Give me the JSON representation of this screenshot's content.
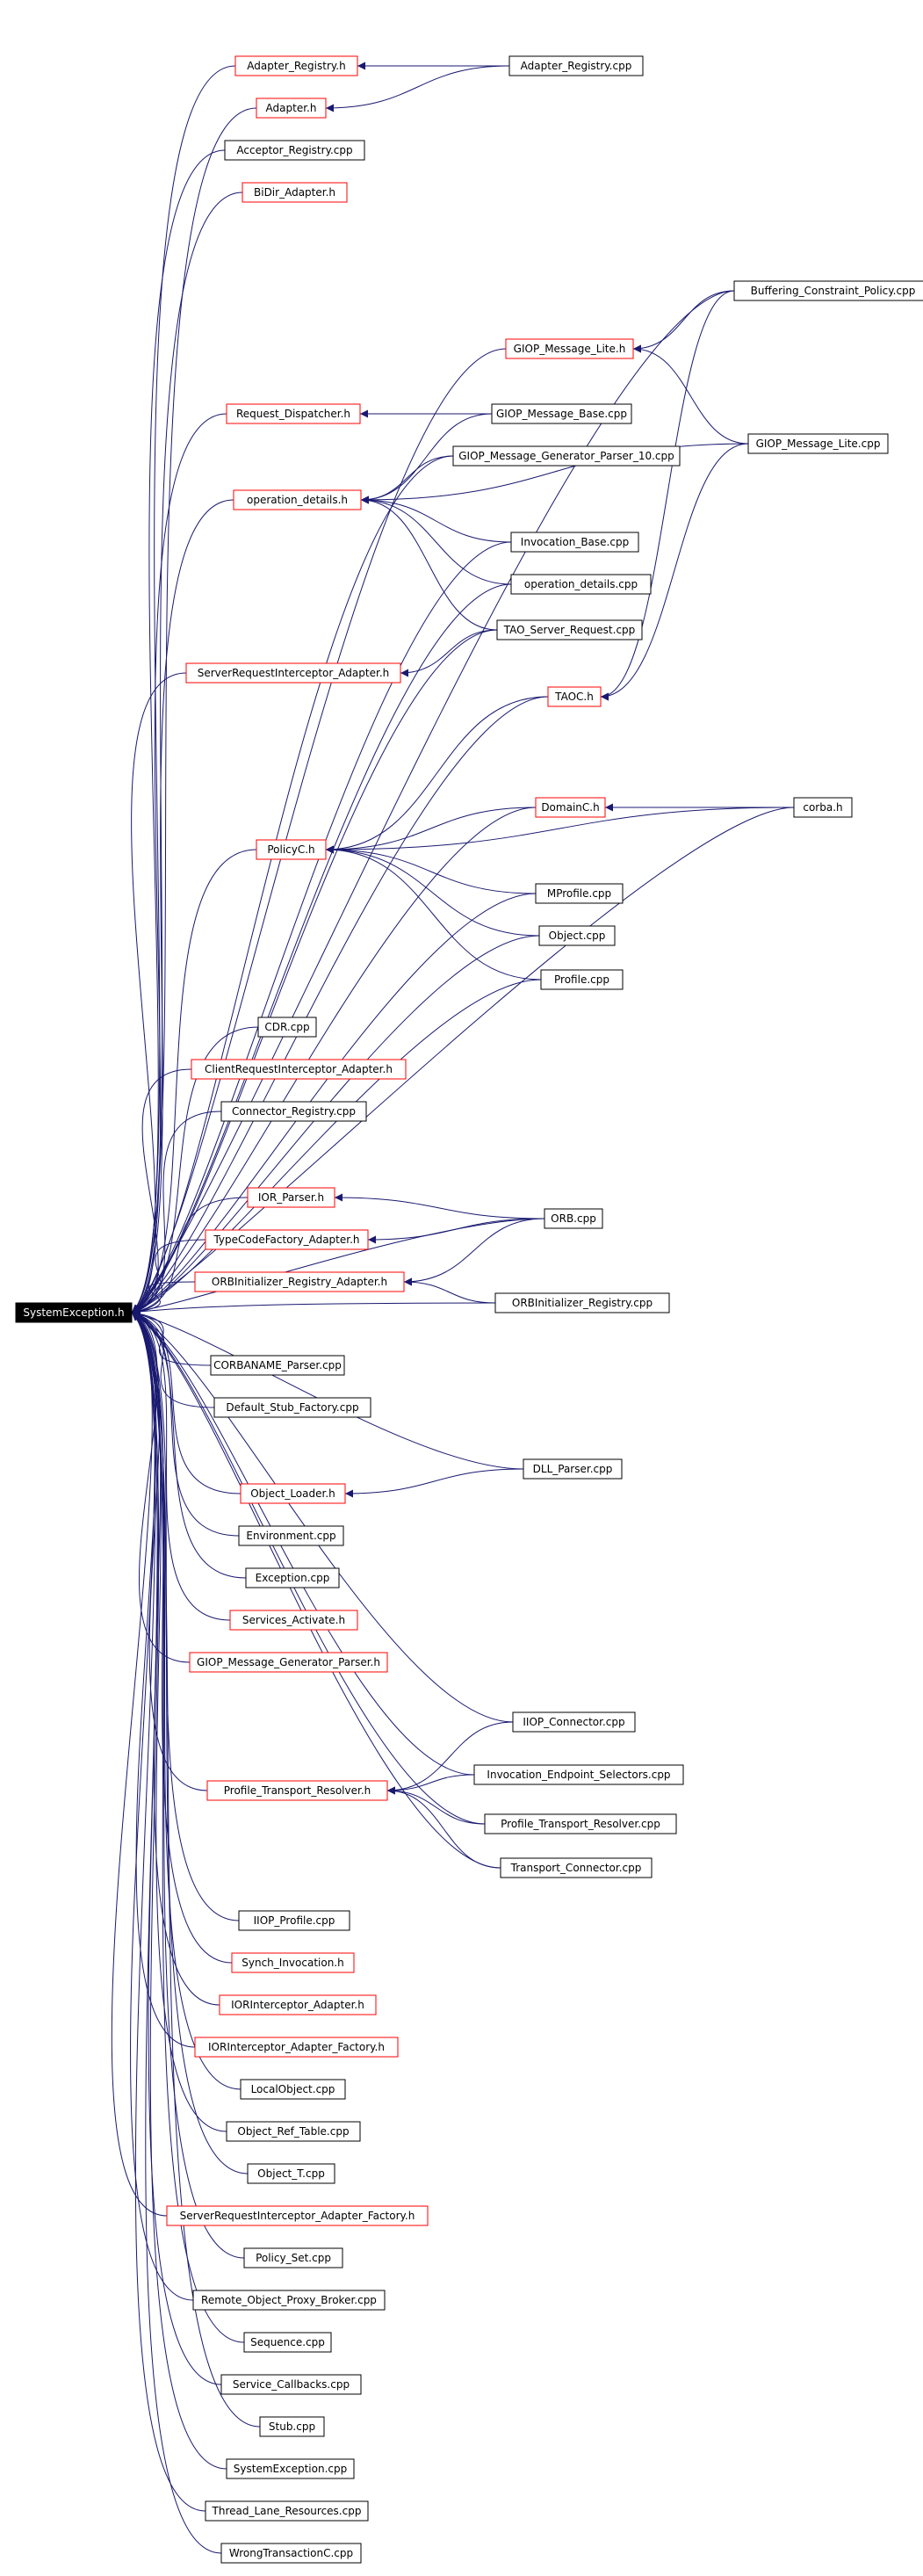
{
  "graph": {
    "root": "SystemException.h",
    "colors": {
      "root_fill": "#000000",
      "root_text": "#ffffff",
      "header_border": "#ff0000",
      "source_border": "#000000",
      "edge": "#191970",
      "arrowhead": "#191970"
    },
    "nodes": [
      {
        "id": "root",
        "label": "SystemException.h",
        "kind": "root"
      },
      {
        "id": "ar_h",
        "label": "Adapter_Registry.h",
        "kind": "header"
      },
      {
        "id": "ar_cpp",
        "label": "Adapter_Registry.cpp",
        "kind": "source"
      },
      {
        "id": "adapter_h",
        "label": "Adapter.h",
        "kind": "header"
      },
      {
        "id": "acc_cpp",
        "label": "Acceptor_Registry.cpp",
        "kind": "source"
      },
      {
        "id": "bidir_h",
        "label": "BiDir_Adapter.h",
        "kind": "header"
      },
      {
        "id": "bcp_cpp",
        "label": "Buffering_Constraint_Policy.cpp",
        "kind": "source"
      },
      {
        "id": "gml_h",
        "label": "GIOP_Message_Lite.h",
        "kind": "header"
      },
      {
        "id": "rd_h",
        "label": "Request_Dispatcher.h",
        "kind": "header"
      },
      {
        "id": "gmb_cpp",
        "label": "GIOP_Message_Base.cpp",
        "kind": "source"
      },
      {
        "id": "gml_cpp",
        "label": "GIOP_Message_Lite.cpp",
        "kind": "source"
      },
      {
        "id": "gmgp10_cpp",
        "label": "GIOP_Message_Generator_Parser_10.cpp",
        "kind": "source"
      },
      {
        "id": "od_h",
        "label": "operation_details.h",
        "kind": "header"
      },
      {
        "id": "ib_cpp",
        "label": "Invocation_Base.cpp",
        "kind": "source"
      },
      {
        "id": "od_cpp",
        "label": "operation_details.cpp",
        "kind": "source"
      },
      {
        "id": "tsr_cpp",
        "label": "TAO_Server_Request.cpp",
        "kind": "source"
      },
      {
        "id": "sria_h",
        "label": "ServerRequestInterceptor_Adapter.h",
        "kind": "header"
      },
      {
        "id": "taoc_h",
        "label": "TAOC.h",
        "kind": "header"
      },
      {
        "id": "domainc_h",
        "label": "DomainC.h",
        "kind": "header"
      },
      {
        "id": "corba_h",
        "label": "corba.h",
        "kind": "source"
      },
      {
        "id": "policyc_h",
        "label": "PolicyC.h",
        "kind": "header"
      },
      {
        "id": "mprofile_cpp",
        "label": "MProfile.cpp",
        "kind": "source"
      },
      {
        "id": "object_cpp",
        "label": "Object.cpp",
        "kind": "source"
      },
      {
        "id": "profile_cpp",
        "label": "Profile.cpp",
        "kind": "source"
      },
      {
        "id": "cdr_cpp",
        "label": "CDR.cpp",
        "kind": "source"
      },
      {
        "id": "cria_h",
        "label": "ClientRequestInterceptor_Adapter.h",
        "kind": "header"
      },
      {
        "id": "connreg_cpp",
        "label": "Connector_Registry.cpp",
        "kind": "source"
      },
      {
        "id": "iorp_h",
        "label": "IOR_Parser.h",
        "kind": "header"
      },
      {
        "id": "orb_cpp",
        "label": "ORB.cpp",
        "kind": "source"
      },
      {
        "id": "tcfa_h",
        "label": "TypeCodeFactory_Adapter.h",
        "kind": "header"
      },
      {
        "id": "orbira_h",
        "label": "ORBInitializer_Registry_Adapter.h",
        "kind": "header"
      },
      {
        "id": "orbir_cpp",
        "label": "ORBInitializer_Registry.cpp",
        "kind": "source"
      },
      {
        "id": "cnp_cpp",
        "label": "CORBANAME_Parser.cpp",
        "kind": "source"
      },
      {
        "id": "dsf_cpp",
        "label": "Default_Stub_Factory.cpp",
        "kind": "source"
      },
      {
        "id": "dllp_cpp",
        "label": "DLL_Parser.cpp",
        "kind": "source"
      },
      {
        "id": "ol_h",
        "label": "Object_Loader.h",
        "kind": "header"
      },
      {
        "id": "env_cpp",
        "label": "Environment.cpp",
        "kind": "source"
      },
      {
        "id": "exc_cpp",
        "label": "Exception.cpp",
        "kind": "source"
      },
      {
        "id": "sa_h",
        "label": "Services_Activate.h",
        "kind": "header"
      },
      {
        "id": "gmgp_h",
        "label": "GIOP_Message_Generator_Parser.h",
        "kind": "header"
      },
      {
        "id": "iiopc_cpp",
        "label": "IIOP_Connector.cpp",
        "kind": "source"
      },
      {
        "id": "ptr_h",
        "label": "Profile_Transport_Resolver.h",
        "kind": "header"
      },
      {
        "id": "ies_cpp",
        "label": "Invocation_Endpoint_Selectors.cpp",
        "kind": "source"
      },
      {
        "id": "ptr_cpp",
        "label": "Profile_Transport_Resolver.cpp",
        "kind": "source"
      },
      {
        "id": "tc_cpp",
        "label": "Transport_Connector.cpp",
        "kind": "source"
      },
      {
        "id": "iiopp_cpp",
        "label": "IIOP_Profile.cpp",
        "kind": "source"
      },
      {
        "id": "si_h",
        "label": "Synch_Invocation.h",
        "kind": "header"
      },
      {
        "id": "iora_h",
        "label": "IORInterceptor_Adapter.h",
        "kind": "header"
      },
      {
        "id": "iorafac_h",
        "label": "IORInterceptor_Adapter_Factory.h",
        "kind": "header"
      },
      {
        "id": "lo_cpp",
        "label": "LocalObject.cpp",
        "kind": "source"
      },
      {
        "id": "ort_cpp",
        "label": "Object_Ref_Table.cpp",
        "kind": "source"
      },
      {
        "id": "objt_cpp",
        "label": "Object_T.cpp",
        "kind": "source"
      },
      {
        "id": "sriaf_h",
        "label": "ServerRequestInterceptor_Adapter_Factory.h",
        "kind": "header"
      },
      {
        "id": "ps_cpp",
        "label": "Policy_Set.cpp",
        "kind": "source"
      },
      {
        "id": "ropb_cpp",
        "label": "Remote_Object_Proxy_Broker.cpp",
        "kind": "source"
      },
      {
        "id": "seq_cpp",
        "label": "Sequence.cpp",
        "kind": "source"
      },
      {
        "id": "sc_cpp",
        "label": "Service_Callbacks.cpp",
        "kind": "source"
      },
      {
        "id": "stub_cpp",
        "label": "Stub.cpp",
        "kind": "source"
      },
      {
        "id": "se_cpp",
        "label": "SystemException.cpp",
        "kind": "source"
      },
      {
        "id": "tlr_cpp",
        "label": "Thread_Lane_Resources.cpp",
        "kind": "source"
      },
      {
        "id": "wtc_cpp",
        "label": "WrongTransactionC.cpp",
        "kind": "source"
      }
    ],
    "edges": [
      [
        "ar_h",
        "root"
      ],
      [
        "ar_cpp",
        "ar_h"
      ],
      [
        "adapter_h",
        "root"
      ],
      [
        "ar_cpp",
        "adapter_h"
      ],
      [
        "acc_cpp",
        "root"
      ],
      [
        "bidir_h",
        "root"
      ],
      [
        "bcp_cpp",
        "root"
      ],
      [
        "gml_h",
        "root"
      ],
      [
        "bcp_cpp",
        "gml_h"
      ],
      [
        "gml_cpp",
        "gml_h"
      ],
      [
        "rd_h",
        "root"
      ],
      [
        "gmb_cpp",
        "rd_h"
      ],
      [
        "gmgp10_cpp",
        "root"
      ],
      [
        "od_h",
        "root"
      ],
      [
        "gmb_cpp",
        "od_h"
      ],
      [
        "gmgp10_cpp",
        "od_h"
      ],
      [
        "gml_cpp",
        "od_h"
      ],
      [
        "ib_cpp",
        "od_h"
      ],
      [
        "od_cpp",
        "od_h"
      ],
      [
        "tsr_cpp",
        "od_h"
      ],
      [
        "ib_cpp",
        "root"
      ],
      [
        "od_cpp",
        "root"
      ],
      [
        "tsr_cpp",
        "root"
      ],
      [
        "sria_h",
        "root"
      ],
      [
        "tsr_cpp",
        "sria_h"
      ],
      [
        "taoc_h",
        "root"
      ],
      [
        "bcp_cpp",
        "taoc_h"
      ],
      [
        "gml_cpp",
        "taoc_h"
      ],
      [
        "domainc_h",
        "root"
      ],
      [
        "corba_h",
        "domainc_h"
      ],
      [
        "corba_h",
        "root"
      ],
      [
        "policyc_h",
        "root"
      ],
      [
        "taoc_h",
        "policyc_h"
      ],
      [
        "domainc_h",
        "policyc_h"
      ],
      [
        "corba_h",
        "policyc_h"
      ],
      [
        "mprofile_cpp",
        "policyc_h"
      ],
      [
        "object_cpp",
        "policyc_h"
      ],
      [
        "profile_cpp",
        "policyc_h"
      ],
      [
        "mprofile_cpp",
        "root"
      ],
      [
        "object_cpp",
        "root"
      ],
      [
        "profile_cpp",
        "root"
      ],
      [
        "cdr_cpp",
        "root"
      ],
      [
        "cria_h",
        "root"
      ],
      [
        "connreg_cpp",
        "root"
      ],
      [
        "iorp_h",
        "root"
      ],
      [
        "orb_cpp",
        "iorp_h"
      ],
      [
        "orb_cpp",
        "root"
      ],
      [
        "tcfa_h",
        "root"
      ],
      [
        "orb_cpp",
        "tcfa_h"
      ],
      [
        "orbira_h",
        "root"
      ],
      [
        "orb_cpp",
        "orbira_h"
      ],
      [
        "orbir_cpp",
        "orbira_h"
      ],
      [
        "orbir_cpp",
        "root"
      ],
      [
        "cnp_cpp",
        "root"
      ],
      [
        "dsf_cpp",
        "root"
      ],
      [
        "dllp_cpp",
        "root"
      ],
      [
        "ol_h",
        "root"
      ],
      [
        "dllp_cpp",
        "ol_h"
      ],
      [
        "env_cpp",
        "root"
      ],
      [
        "exc_cpp",
        "root"
      ],
      [
        "sa_h",
        "root"
      ],
      [
        "gmgp_h",
        "root"
      ],
      [
        "iiopc_cpp",
        "root"
      ],
      [
        "ptr_h",
        "root"
      ],
      [
        "iiopc_cpp",
        "ptr_h"
      ],
      [
        "ies_cpp",
        "ptr_h"
      ],
      [
        "ptr_cpp",
        "ptr_h"
      ],
      [
        "tc_cpp",
        "ptr_h"
      ],
      [
        "ies_cpp",
        "root"
      ],
      [
        "ptr_cpp",
        "root"
      ],
      [
        "tc_cpp",
        "root"
      ],
      [
        "iiopp_cpp",
        "root"
      ],
      [
        "si_h",
        "root"
      ],
      [
        "iora_h",
        "root"
      ],
      [
        "iorafac_h",
        "root"
      ],
      [
        "lo_cpp",
        "root"
      ],
      [
        "ort_cpp",
        "root"
      ],
      [
        "objt_cpp",
        "root"
      ],
      [
        "sriaf_h",
        "root"
      ],
      [
        "ps_cpp",
        "root"
      ],
      [
        "ropb_cpp",
        "root"
      ],
      [
        "seq_cpp",
        "root"
      ],
      [
        "sc_cpp",
        "root"
      ],
      [
        "stub_cpp",
        "root"
      ],
      [
        "se_cpp",
        "root"
      ],
      [
        "tlr_cpp",
        "root"
      ],
      [
        "wtc_cpp",
        "root"
      ]
    ]
  }
}
